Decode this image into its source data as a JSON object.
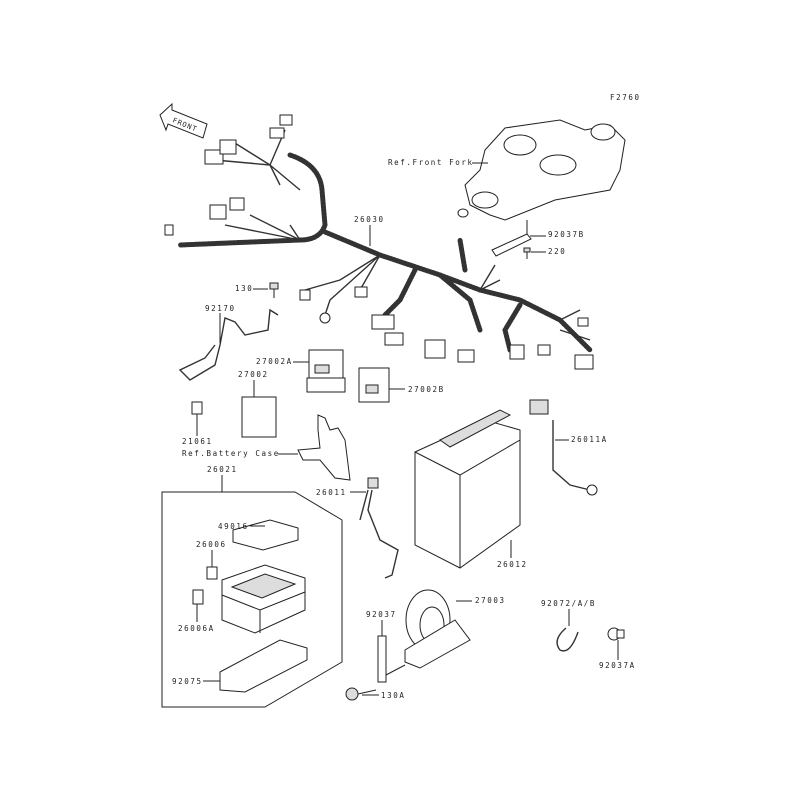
{
  "diagram_code": "F2760",
  "front_arrow": "FRONT",
  "labels": {
    "ref_front_fork": "Ref.Front Fork",
    "p92037B": "92037B",
    "p220": "220",
    "p26030": "26030",
    "p130": "130",
    "p92170": "92170",
    "p27002A": "27002A",
    "p27002": "27002",
    "p27002B": "27002B",
    "p21061": "21061",
    "ref_battery_case": "Ref.Battery Case",
    "p26021": "26021",
    "p26011A": "26011A",
    "p26011": "26011",
    "p49016": "49016",
    "p26006": "26006",
    "p26006A": "26006A",
    "p26012": "26012",
    "p92075": "92075",
    "p92037": "92037",
    "p27003": "27003",
    "p92072AB": "92072/A/B",
    "p92037A": "92037A",
    "p130A": "130A"
  }
}
